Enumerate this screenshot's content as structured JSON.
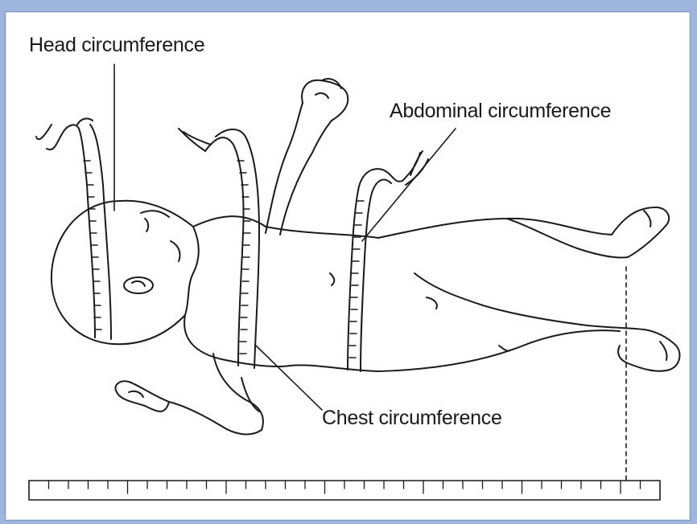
{
  "labels": {
    "head": "Head circumference",
    "abdominal": "Abdominal circumference",
    "chest": "Chest circumference"
  },
  "colors": {
    "background": "#9fb6dc",
    "panel": "#ffffff",
    "ink": "#1a1a1a"
  }
}
